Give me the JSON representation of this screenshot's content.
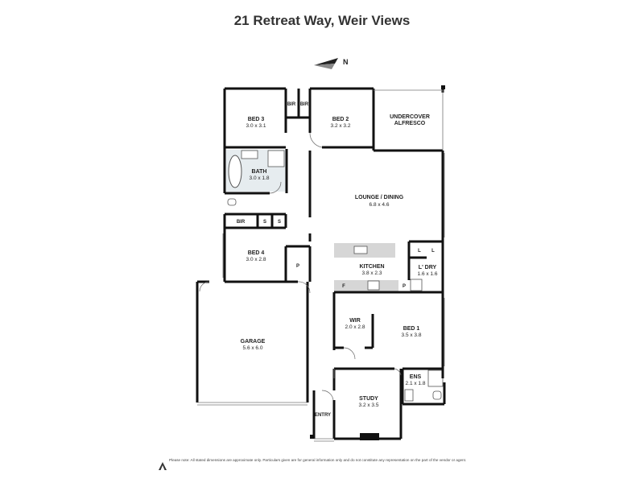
{
  "title": "21 Retreat Way, Weir Views",
  "compass": {
    "label": "N"
  },
  "rooms": {
    "bed3": {
      "name": "BED 3",
      "dims": "3.0 x 3.1"
    },
    "bed2": {
      "name": "BED 2",
      "dims": "3.2 x 3.2"
    },
    "bir1": {
      "name": "BIR"
    },
    "bir2": {
      "name": "BIR"
    },
    "bir3": {
      "name": "BIR"
    },
    "alfresco": {
      "line1": "UNDERCOVER",
      "line2": "ALFRESCO"
    },
    "bath": {
      "name": "BATH",
      "dims": "3.0 x 1.8"
    },
    "lounge": {
      "name": "LOUNGE / DINING",
      "dims": "6.8 x 4.6"
    },
    "s1": {
      "name": "S"
    },
    "s2": {
      "name": "S"
    },
    "bed4": {
      "name": "BED 4",
      "dims": "3.0 x 2.8"
    },
    "pantry1": {
      "name": "P"
    },
    "kitchen": {
      "name": "KITCHEN",
      "dims": "3.8 x 2.3"
    },
    "l1": {
      "name": "L"
    },
    "l2": {
      "name": "L"
    },
    "ldry": {
      "name": "L' DRY",
      "dims": "1.6 x 1.6"
    },
    "fridge": {
      "name": "F"
    },
    "pantry2": {
      "name": "P"
    },
    "garage": {
      "name": "GARAGE",
      "dims": "5.6 x 6.0"
    },
    "wir": {
      "name": "WIR",
      "dims": "2.0 x 2.8"
    },
    "bed1": {
      "name": "BED 1",
      "dims": "3.5 x 3.8"
    },
    "ens": {
      "name": "ENS",
      "dims": "2.1 x 1.8"
    },
    "study": {
      "name": "STUDY",
      "dims": "3.2 x 3.5"
    },
    "entry": {
      "name": "ENTRY"
    }
  },
  "disclaimer": "Please note: All stated dimensions are approximate only. Particulars given are for general information only and do not constitute any representation on the part of the vendor or agent.",
  "colors": {
    "wall": "#111111",
    "counter": "#d6d6d6",
    "bath_tint": "#dfe7ec"
  }
}
